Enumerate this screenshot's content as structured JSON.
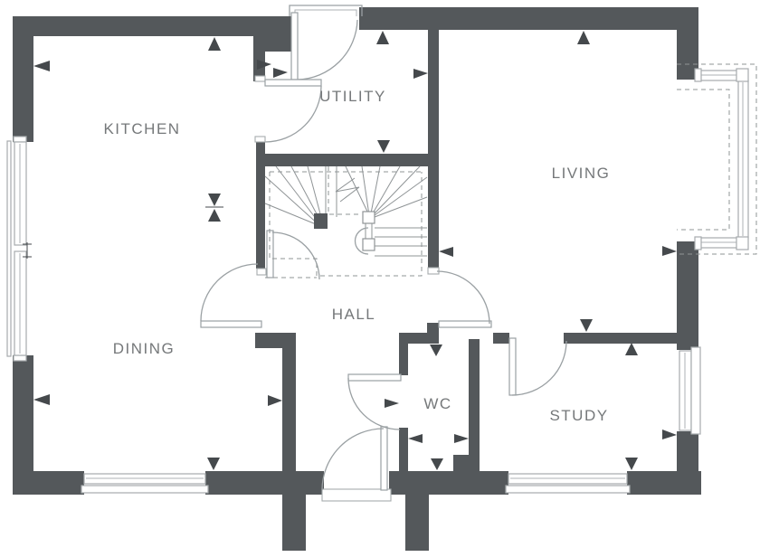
{
  "page": {
    "title": "Ground Floor Plan"
  },
  "colors": {
    "wall": "#54585b",
    "line": "#9aa0a3",
    "dashed_line": "#8f9496",
    "marker": "#45494c",
    "label_text": "#75787a",
    "background": "#ffffff"
  },
  "rooms": [
    {
      "id": "kitchen",
      "label": "KITCHEN"
    },
    {
      "id": "utility",
      "label": "UTILITY"
    },
    {
      "id": "living",
      "label": "LIVING"
    },
    {
      "id": "dining",
      "label": "DINING"
    },
    {
      "id": "hall",
      "label": "HALL"
    },
    {
      "id": "wc",
      "label": "WC"
    },
    {
      "id": "study",
      "label": "STUDY"
    }
  ],
  "features": {
    "doors": [
      "back-door",
      "utility-door",
      "under-stair-door",
      "dining-door",
      "front-door",
      "wc-door",
      "living-door",
      "study-door"
    ],
    "windows": [
      "kitchen-side-window",
      "dining-window",
      "study-window",
      "study-side-window",
      "living-bay-window"
    ],
    "stairs": "winder-staircase",
    "markers": "wall-position-arrow-icons"
  }
}
